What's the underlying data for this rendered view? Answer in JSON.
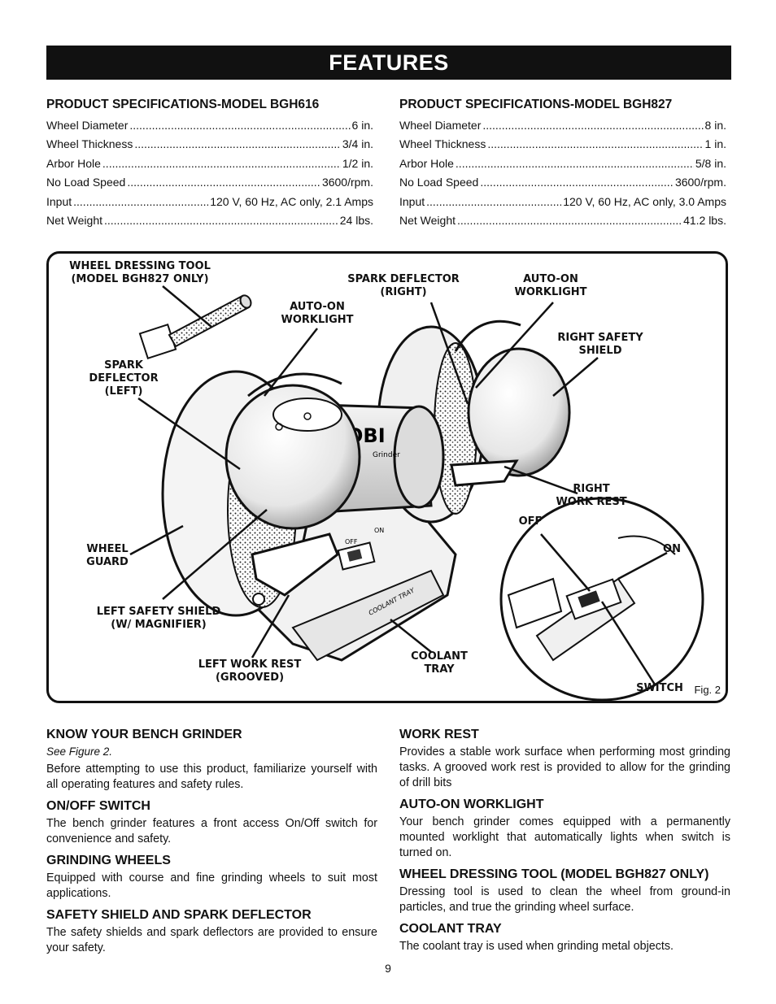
{
  "header": {
    "title": "FEATURES"
  },
  "specs_left": {
    "title": "PRODUCT SPECIFICATIONS-MODEL BGH616",
    "rows": [
      {
        "label": "Wheel Diameter",
        "value": "6 in."
      },
      {
        "label": "Wheel Thickness",
        "value": "3/4 in."
      },
      {
        "label": "Arbor Hole",
        "value": "1/2 in."
      },
      {
        "label": "No Load Speed",
        "value": "3600/rpm."
      },
      {
        "label": "Input",
        "value": "120 V, 60 Hz, AC only, 2.1 Amps"
      },
      {
        "label": "Net Weight",
        "value": "24 lbs."
      }
    ]
  },
  "specs_right": {
    "title": "PRODUCT SPECIFICATIONS-MODEL BGH827",
    "rows": [
      {
        "label": "Wheel Diameter",
        "value": "8 in."
      },
      {
        "label": "Wheel Thickness",
        "value": "1 in."
      },
      {
        "label": "Arbor Hole",
        "value": "5/8 in."
      },
      {
        "label": "No Load Speed",
        "value": "3600/rpm."
      },
      {
        "label": "Input",
        "value": "120 V, 60 Hz, AC only, 3.0 Amps"
      },
      {
        "label": "Net Weight",
        "value": "41.2 lbs."
      }
    ]
  },
  "figure": {
    "caption": "Fig. 2",
    "logo_text": "OBI",
    "grinder_text": "Grinder",
    "switch_off": "OFF",
    "switch_on": "ON",
    "tray_text": "COOLANT TRAY",
    "callouts": {
      "dressing_tool": "WHEEL DRESSING TOOL\n(MODEL BGH827 ONLY)",
      "spark_right": "SPARK DEFLECTOR\n(RIGHT)",
      "worklight_right": "AUTO-ON\nWORKLIGHT",
      "worklight_left": "AUTO-ON\nWORKLIGHT",
      "right_shield": "RIGHT SAFETY\nSHIELD",
      "spark_left": "SPARK\nDEFLECTOR\n(LEFT)",
      "right_rest": "RIGHT\nWORK REST",
      "off": "OFF",
      "on": "ON",
      "wheel_guard": "WHEEL\nGUARD",
      "left_shield": "LEFT SAFETY SHIELD\n(W/ MAGNIFIER)",
      "left_rest": "LEFT WORK REST\n(GROOVED)",
      "coolant": "COOLANT\nTRAY",
      "switch": "SWITCH"
    }
  },
  "sections_left": [
    {
      "heading": "KNOW YOUR BENCH GRINDER",
      "note": "See Figure 2.",
      "body": "Before attempting to use this product, familiarize yourself with all operating features and safety rules."
    },
    {
      "heading": "ON/OFF SWITCH",
      "body": "The bench grinder features a front access On/Off switch for convenience and safety."
    },
    {
      "heading": "GRINDING WHEELS",
      "body": "Equipped with course and fine grinding wheels to suit most applications."
    },
    {
      "heading": "SAFETY SHIELD AND SPARK DEFLECTOR",
      "body": "The safety shields and spark deflectors are provided to ensure your safety."
    }
  ],
  "sections_right": [
    {
      "heading": "WORK REST",
      "body": "Provides a stable work surface when performing most grinding tasks. A grooved work rest is provided to allow for the grinding of drill bits"
    },
    {
      "heading": "AUTO-ON WORKLIGHT",
      "body": "Your bench grinder comes equipped with a permanently mounted worklight that automatically lights when switch is turned on."
    },
    {
      "heading": "WHEEL DRESSING TOOL (MODEL BGH827 ONLY)",
      "body": "Dressing tool is used to clean the wheel from ground-in particles, and true the grinding wheel surface."
    },
    {
      "heading": "COOLANT TRAY",
      "body": "The coolant tray is used when grinding metal objects."
    }
  ],
  "footer": {
    "page_number": "9"
  }
}
